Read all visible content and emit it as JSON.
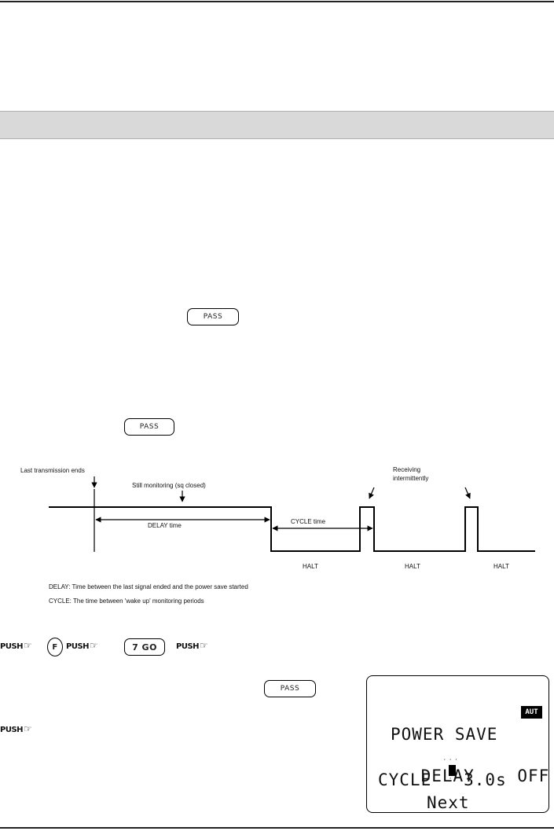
{
  "keys": {
    "pass_label": "PASS",
    "f_label": "F",
    "seven_go_label": "7 GO"
  },
  "push": {
    "label": "PUSH",
    "hand_icon": "pointing-hand-icon"
  },
  "diagram": {
    "last_transmission": "Last transmission ends",
    "still_monitoring": "Still monitoring (sq closed)",
    "receiving_line1": "Receiving",
    "receiving_line2": "intermittently",
    "delay_time": "DELAY time",
    "cycle_time": "CYCLE time",
    "halt": "HALT",
    "caption_delay": "DELAY: Time between the last signal ended and the power save started",
    "caption_cycle": "CYCLE: The time between 'wake up' monitoring periods"
  },
  "lcd": {
    "badge": "AUT",
    "line1": "POWER SAVE",
    "line2_label": "DELAY",
    "line2_value": "OFF",
    "line3": "CYCLE   3.0s",
    "line4": "Next"
  },
  "colors": {
    "band": "#d9d9d9",
    "ink": "#000000"
  }
}
